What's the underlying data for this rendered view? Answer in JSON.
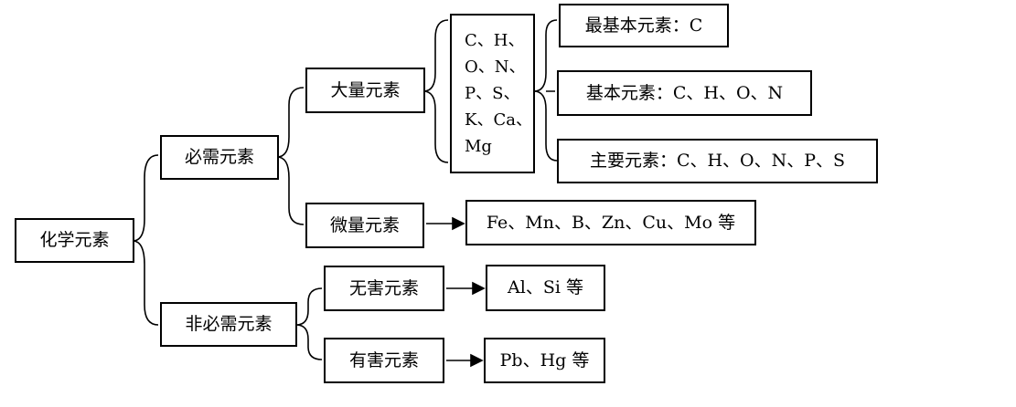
{
  "root": "化学元素",
  "essential": "必需元素",
  "non_essential": "非必需元素",
  "major": "大量元素",
  "trace": "微量元素",
  "harmless": "无害元素",
  "harmful": "有害元素",
  "major_list": [
    "C、H、",
    "O、N、",
    "P、S、",
    "K、Ca、",
    "Mg"
  ],
  "most_basic": "最基本元素：C",
  "basic": "基本元素：C、H、O、N",
  "main": "主要元素：C、H、O、N、P、S",
  "trace_examples": "Fe、Mn、B、Zn、Cu、Mo 等",
  "harmless_examples": "Al、Si 等",
  "harmful_examples": "Pb、Hg 等"
}
